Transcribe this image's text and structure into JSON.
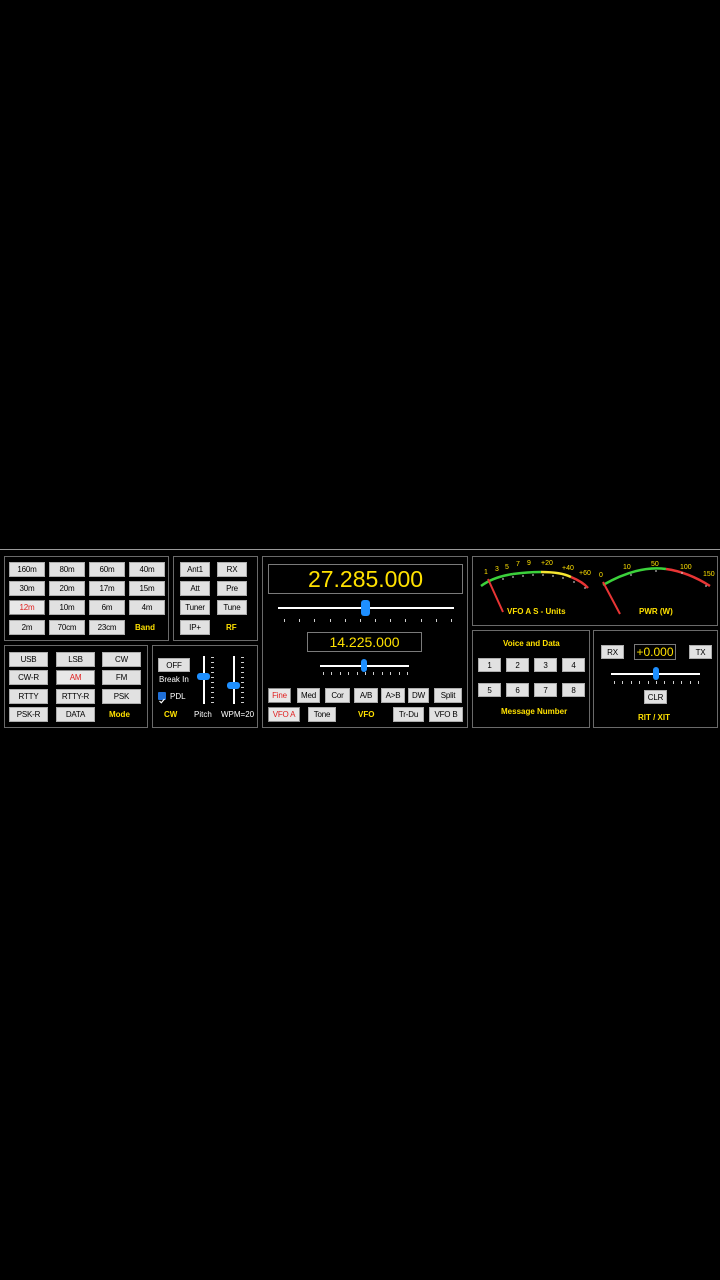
{
  "band": {
    "title": "Band",
    "buttons": [
      "160m",
      "80m",
      "60m",
      "40m",
      "30m",
      "20m",
      "17m",
      "15m",
      "12m",
      "10m",
      "6m",
      "4m",
      "2m",
      "70cm",
      "23cm"
    ],
    "active": "12m"
  },
  "rf": {
    "title": "RF",
    "buttons": [
      "Ant1",
      "RX",
      "Att",
      "Pre",
      "Tuner",
      "Tune",
      "IP+"
    ]
  },
  "mode": {
    "title": "Mode",
    "buttons": [
      "USB",
      "LSB",
      "CW",
      "CW-R",
      "AM",
      "FM",
      "RTTY",
      "RTTY-R",
      "PSK",
      "PSK-R",
      "DATA"
    ],
    "active": "AM"
  },
  "cw": {
    "title": "CW",
    "break_in_button": "OFF",
    "break_in_label": "Break In",
    "pdl_label": "PDL",
    "pdl_checked": true,
    "pitch_label": "Pitch",
    "wpm_label": "WPM=20"
  },
  "vfo": {
    "title": "VFO",
    "main_frequency": "27.285.000",
    "sub_frequency": "14.225.000",
    "step_buttons": [
      "Fine",
      "Med",
      "Cor",
      "A/B",
      "A>B",
      "DW",
      "Split"
    ],
    "active_step": "Fine",
    "bottom_buttons": {
      "vfo_a": "VFO A",
      "tone": "Tone",
      "tr_du": "Tr-Du",
      "vfo_b": "VFO B"
    },
    "active_vfo": "VFO A"
  },
  "s_meter": {
    "label": "VFO A S - Units",
    "scale": [
      "1",
      "3",
      "5",
      "7",
      "9",
      "+20",
      "+40",
      "+60"
    ]
  },
  "pwr_meter": {
    "label": "PWR (W)",
    "scale": [
      "0",
      "10",
      "50",
      "100",
      "150"
    ]
  },
  "voice_data": {
    "title": "Voice and Data",
    "buttons": [
      "1",
      "2",
      "3",
      "4",
      "5",
      "6",
      "7",
      "8"
    ],
    "footer": "Message Number"
  },
  "rit": {
    "title": "RIT / XIT",
    "rx_button": "RX",
    "tx_button": "TX",
    "offset": "+0.000",
    "clear_button": "CLR"
  },
  "colors": {
    "label_yellow": "#ffe100",
    "active_red": "#e02020",
    "slider_blue": "#1e8fff"
  }
}
